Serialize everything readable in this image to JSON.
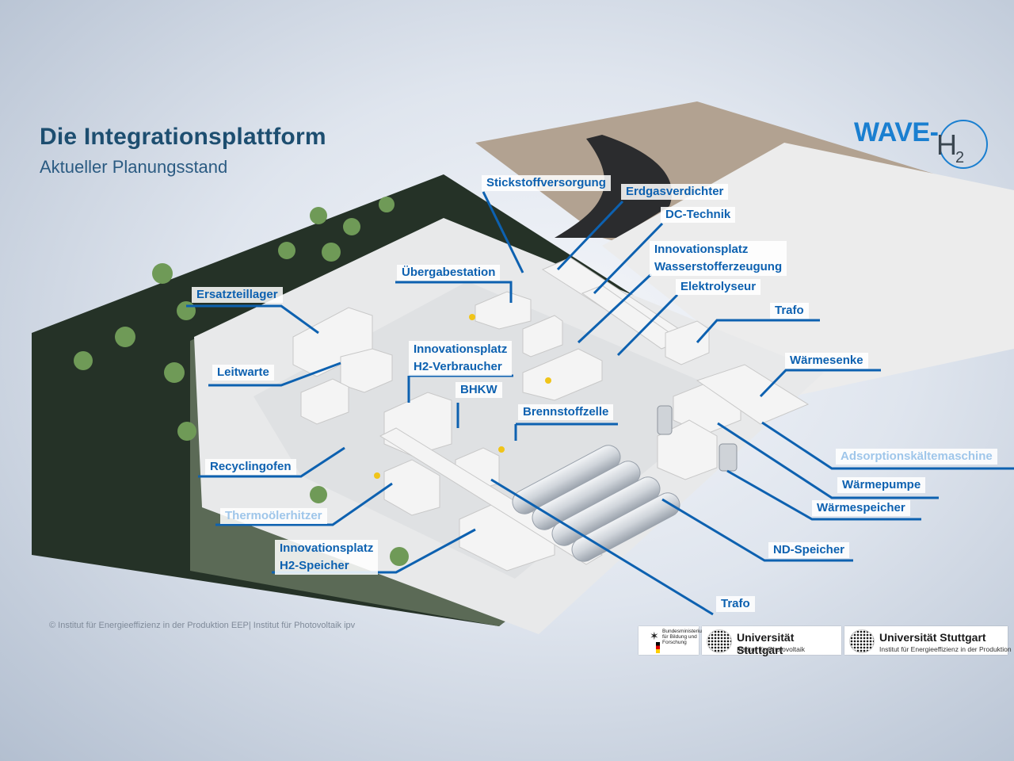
{
  "title": "Die Integrationsplattform",
  "subtitle": "Aktueller Planungsstand",
  "brand": {
    "wave": "WAVE-",
    "h": "H",
    "sub": "2"
  },
  "labels": {
    "stickstoff": "Stickstoffversorgung",
    "erdgas": "Erdgasverdichter",
    "dc": "DC-Technik",
    "innov_wasser_1": "Innovationsplatz",
    "innov_wasser_2": "Wasserstofferzeugung",
    "elektrolyseur": "Elektrolyseur",
    "trafo_top": "Trafo",
    "uebergabe": "Übergabestation",
    "ersatzteil": "Ersatzteillager",
    "leitwarte": "Leitwarte",
    "innov_verbraucher_1": "Innovationsplatz",
    "innov_verbraucher_2": "H2-Verbraucher",
    "bhkw": "BHKW",
    "brennstoffzelle": "Brennstoffzelle",
    "waermesenke": "Wärmesenke",
    "adsorption": "Adsorptionskältemaschine",
    "waermepumpe": "Wärmepumpe",
    "waermespeicher": "Wärmespeicher",
    "recycling": "Recyclingofen",
    "thermoelerhitzer": "Thermoölerhitzer",
    "innov_speicher_1": "Innovationsplatz",
    "innov_speicher_2": "H2-Speicher",
    "nd_speicher": "ND-Speicher",
    "trafo_bottom": "Trafo"
  },
  "footer": "© Institut für Energieeffizienz in der Produktion EEP| Institut für Photovoltaik ipv",
  "logos": {
    "bmbf": "Bundesministerium für Bildung und Forschung",
    "uni1_name": "Universität Stuttgart",
    "uni1_inst": "Institut für Photovoltaik",
    "uni2_name": "Universität Stuttgart",
    "uni2_inst": "Institut für Energieeffizienz in der Produktion"
  },
  "colors": {
    "accent": "#0d61b0",
    "title": "#1d4e70",
    "brand": "#1a7fd0"
  }
}
